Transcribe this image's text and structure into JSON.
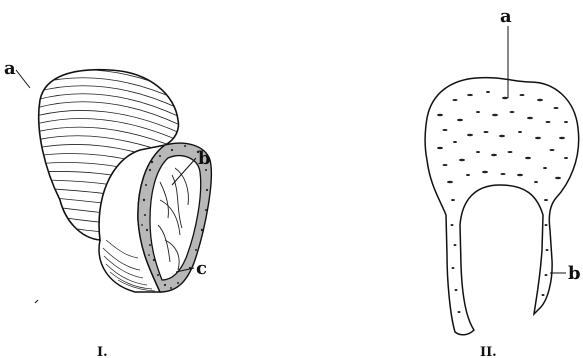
{
  "figure_I": {
    "labels": {
      "a": "a",
      "b": "b",
      "c": "c"
    },
    "caption": "I."
  },
  "figure_II": {
    "labels": {
      "a": "a",
      "b": "b"
    },
    "caption": "II."
  }
}
